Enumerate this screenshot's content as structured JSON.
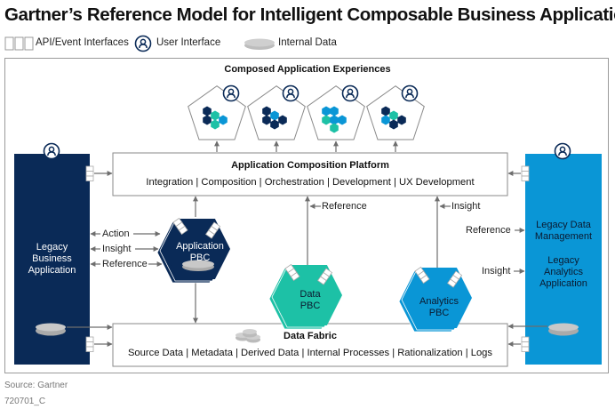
{
  "title": "Gartner’s Reference Model for Intelligent Composable Business Applications",
  "legend": [
    {
      "icon": "api-event-interface-icon",
      "label": "API/Event Interfaces"
    },
    {
      "icon": "user-interface-icon",
      "label": "User Interface"
    },
    {
      "icon": "internal-data-icon",
      "label": "Internal Data"
    }
  ],
  "colors": {
    "navy": "#0a2a57",
    "blue": "#0a96d6",
    "teal": "#1dc1a6",
    "gray_line": "#7a7a7a",
    "disk": "#bdbdbd"
  },
  "composed": {
    "title": "Composed Application Experiences",
    "experiences": [
      {
        "name": "experience-1"
      },
      {
        "name": "experience-2"
      },
      {
        "name": "experience-3"
      },
      {
        "name": "experience-4"
      }
    ]
  },
  "platform": {
    "title": "Application Composition Platform",
    "capabilities": "Integration | Composition | Orchestration | Development | UX Development"
  },
  "data_fabric": {
    "title": "Data Fabric",
    "capabilities": "Source Data | Metadata | Derived Data | Internal Processes | Rationalization | Logs"
  },
  "legacy_business": {
    "label_lines": [
      "Legacy",
      "Business",
      "Application"
    ]
  },
  "legacy_right": {
    "data_mgmt_lines": [
      "Legacy Data",
      "Management"
    ],
    "analytics_lines": [
      "Legacy",
      "Analytics",
      "Application"
    ]
  },
  "pbcs": {
    "application": {
      "lines": [
        "Application",
        "PBC"
      ]
    },
    "data": {
      "lines": [
        "Data",
        "PBC"
      ]
    },
    "analytics": {
      "lines": [
        "Analytics",
        "PBC"
      ]
    }
  },
  "flows": {
    "action": "Action",
    "insight_left": "Insight",
    "reference_left": "Reference",
    "reference_mid": "Reference",
    "insight_mid": "Insight",
    "reference_right": "Reference",
    "insight_right": "Insight"
  },
  "footer": {
    "source": "Source: Gartner",
    "id": "720701_C"
  }
}
